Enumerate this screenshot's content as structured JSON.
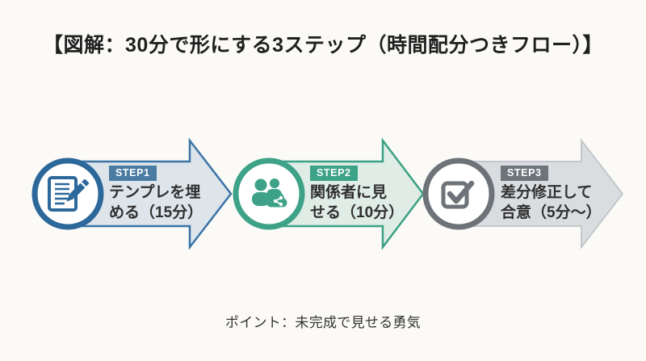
{
  "colors": {
    "background": "#fbfaf7",
    "title_text": "#1f1f1f",
    "step_text": "#2f2f2f",
    "footnote_text": "#333333",
    "badge_text": "#ffffff",
    "circle_fill": "#ffffff"
  },
  "title": "【図解：30分で形にする3ステップ（時間配分つきフロー）】",
  "steps": [
    {
      "badge": "STEP1",
      "line1": "テンプレを埋",
      "line2": "める（15分）",
      "icon": "document-pencil-icon",
      "colors": {
        "accent": "#2d689b",
        "badge_bg": "#4a7ba3",
        "arrow_fill": "#dde4ea",
        "arrow_stroke": "#3a73a6"
      }
    },
    {
      "badge": "STEP2",
      "line1": "関係者に見",
      "line2": "せる（10分）",
      "icon": "people-share-icon",
      "colors": {
        "accent": "#3da287",
        "badge_bg": "#3da287",
        "arrow_fill": "#e0ece6",
        "arrow_stroke": "#3ba184"
      }
    },
    {
      "badge": "STEP3",
      "line1": "差分修正して",
      "line2": "合意（5分〜）",
      "icon": "checkbox-check-icon",
      "colors": {
        "accent": "#6d7378",
        "badge_bg": "#6d747a",
        "arrow_fill": "#dadde0",
        "arrow_stroke": "#c2c7cb"
      }
    }
  ],
  "footnote": "ポイント：未完成で見せる勇気"
}
